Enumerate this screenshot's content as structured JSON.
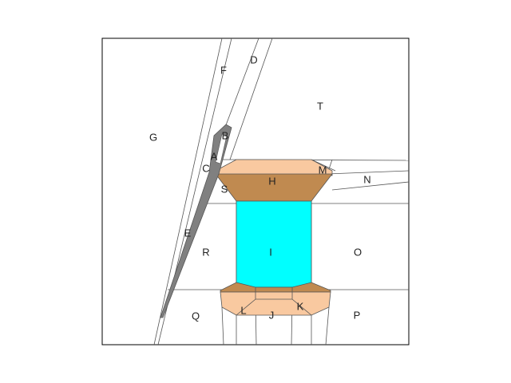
{
  "colors": {
    "background": "#ffffff",
    "frame": "#000000",
    "lines": "#555555",
    "spool_light": "#f9c9a0",
    "spool_dark": "#c08a50",
    "thread": "#00ffff",
    "needle": "#808080"
  },
  "labels": {
    "A": "A",
    "B": "B",
    "C": "C",
    "D": "D",
    "E": "E",
    "F": "F",
    "G": "G",
    "H": "H",
    "I": "I",
    "J": "J",
    "K": "K",
    "L": "L",
    "M": "M",
    "N": "N",
    "O": "O",
    "P": "P",
    "Q": "Q",
    "R": "R",
    "S": "S",
    "T": "T"
  }
}
